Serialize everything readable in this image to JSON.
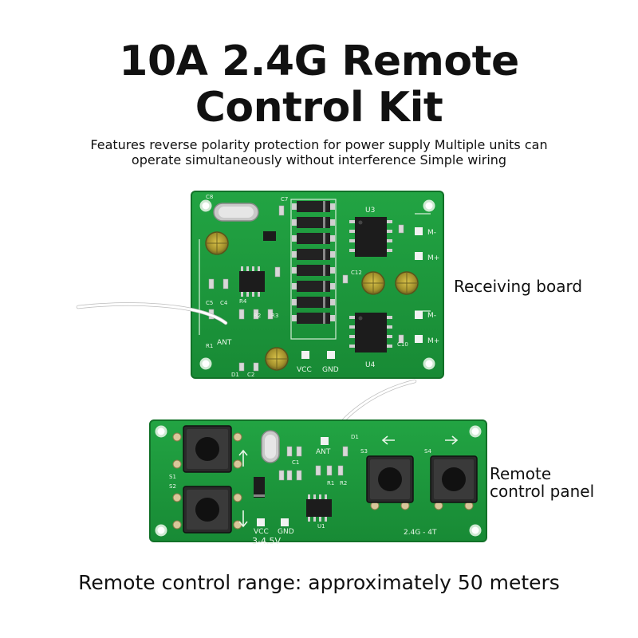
{
  "title": {
    "line1": "10A 2.4G Remote",
    "line2": "Control Kit"
  },
  "subtitle": {
    "line1": "Features reverse polarity protection for power supply Multiple units can",
    "line2": "operate simultaneously without interference Simple wiring"
  },
  "labels": {
    "receiving_board": "Receiving board",
    "remote_panel_line1": "Remote",
    "remote_panel_line2": "control panel"
  },
  "footer": "Remote control range: approximately 50 meters",
  "receiver_silk": {
    "ant": "ANT",
    "vcc": "VCC",
    "gnd": "GND",
    "u3": "U3",
    "u4": "U4",
    "m_minus": "M-",
    "m_plus": "M+",
    "c8": "C8",
    "c7": "C7",
    "c5": "C5",
    "c4": "C4",
    "r1": "R1",
    "r4": "R4",
    "r2": "R2",
    "r3": "R3",
    "d1": "D1",
    "c2": "C2",
    "c12": "C12",
    "c10": "C10"
  },
  "remote_silk": {
    "s1": "S1",
    "s2": "S2",
    "s3": "S3",
    "s4": "S4",
    "ant": "ANT",
    "d1": "D1",
    "vcc": "VCC",
    "gnd": "GND",
    "voltage": "3-4.5V",
    "model": "2.4G - 4T",
    "u1": "U1",
    "c1": "C1",
    "r1": "R1",
    "r2": "R2"
  },
  "colors": {
    "pcb_green": "#1d9a3c",
    "pcb_dark": "#157a2e",
    "silkscreen": "#e8f6e8"
  }
}
